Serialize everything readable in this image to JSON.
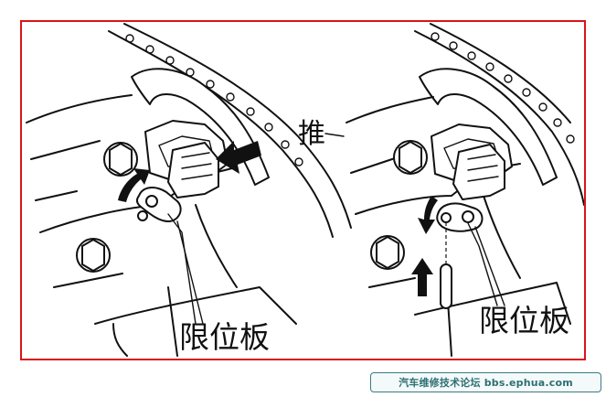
{
  "labels": {
    "left_plate": "限位板",
    "right_plate": "限位板",
    "push": "推"
  },
  "watermark": {
    "text": "汽车维修技术论坛 bbs.ephua.com"
  },
  "colors": {
    "frame_border": "#d8141b",
    "watermark": "#2d6f73",
    "line": "#111111"
  }
}
